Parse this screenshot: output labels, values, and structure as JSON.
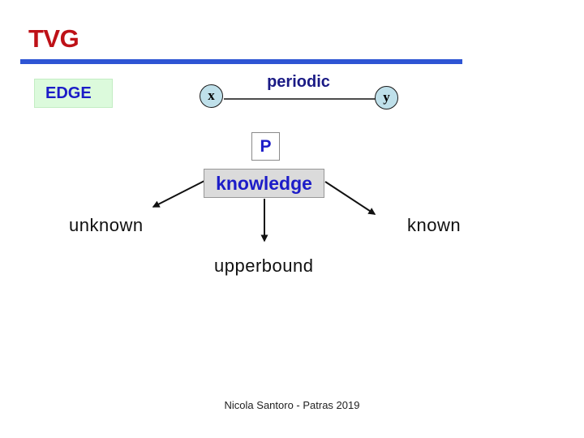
{
  "header": {
    "title": "TVG"
  },
  "diagram": {
    "edge_badge": "EDGE",
    "edge_relation_label": "periodic",
    "node_x_label": "x",
    "node_y_label": "y",
    "period_box_label": "P",
    "knowledge_box_label": "knowledge",
    "branch_left_label": "unknown",
    "branch_right_label": "known",
    "branch_down_label": "upperbound"
  },
  "footer": {
    "credit": "Nicola Santoro - Patras 2019"
  },
  "colors": {
    "title_red": "#BE1117",
    "rule_blue": "#2E55D4",
    "label_blue": "#1C1CC8",
    "periodic_navy": "#1A1A85",
    "edge_badge_bg": "#DCFADC",
    "node_fill": "#BFE0EA",
    "knowledge_bg": "#DBDBDB",
    "arrow_black": "#111111"
  }
}
